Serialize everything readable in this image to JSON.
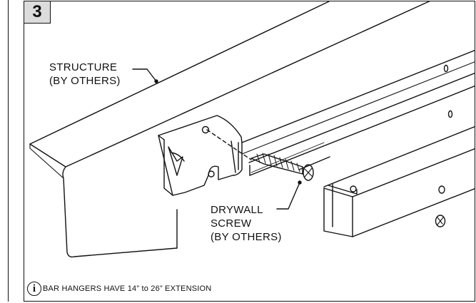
{
  "step": {
    "number": "3"
  },
  "labels": {
    "structure_line1": "STRUCTURE",
    "structure_line2": "(BY OTHERS)",
    "drywall_line1": "DRYWALL",
    "drywall_line2": "SCREW",
    "drywall_line3": "(BY OTHERS)"
  },
  "note": {
    "icon": "info-icon",
    "text": "BAR HANGERS HAVE 14” to 26” EXTENSION"
  }
}
